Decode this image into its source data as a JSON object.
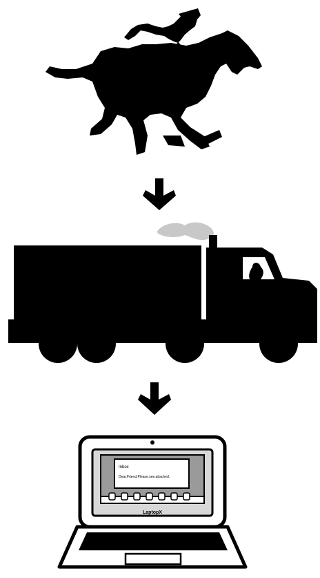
{
  "diagram": {
    "type": "vertical-progression",
    "stages": [
      {
        "icon": "pony-express-rider-icon"
      },
      {
        "icon": "delivery-truck-icon"
      },
      {
        "icon": "laptop-email-icon"
      }
    ],
    "arrows": [
      "down-arrow-icon",
      "down-arrow-icon"
    ],
    "laptop_screen": {
      "line_1": "Inbox",
      "line_2": "Dear.Friend,Please.see.attached.",
      "brand": "LaptopX"
    },
    "colors": {
      "silhouette": "#000000",
      "background": "#ffffff",
      "smoke": "#c8c8c8",
      "screen_gray": "#9a9a9a",
      "bezel_gray": "#d8d8d8"
    }
  }
}
